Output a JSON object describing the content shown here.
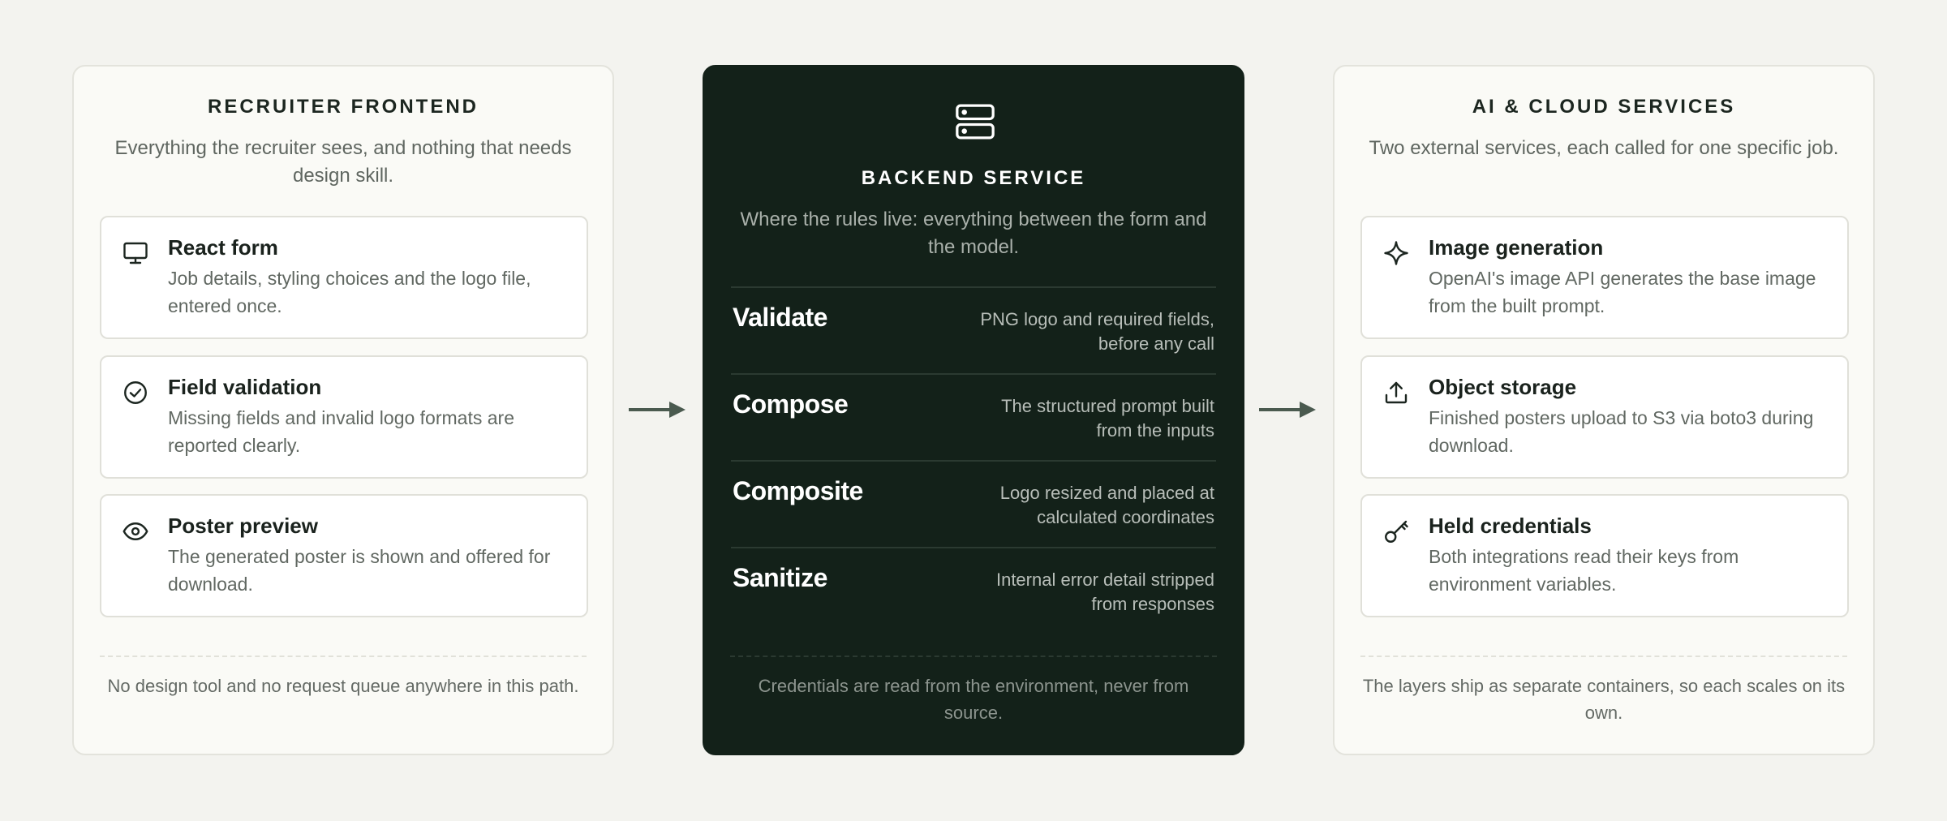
{
  "colors": {
    "background": "#f3f3ef",
    "dark_panel": "#132119",
    "arrow": "#4a5a4f"
  },
  "frontend": {
    "title": "RECRUITER FRONTEND",
    "description": "Everything the recruiter sees, and nothing that needs design skill.",
    "cards": [
      {
        "icon": "monitor-icon",
        "title": "React form",
        "desc": "Job details, styling choices and the logo file, entered once."
      },
      {
        "icon": "check-circle-icon",
        "title": "Field validation",
        "desc": "Missing fields and invalid logo formats are reported clearly."
      },
      {
        "icon": "eye-icon",
        "title": "Poster preview",
        "desc": "The generated poster is shown and offered for download."
      }
    ],
    "footer": "No design tool and no request queue anywhere in this path."
  },
  "backend": {
    "icon": "server-icon",
    "title": "BACKEND SERVICE",
    "description": "Where the rules live: everything between the form and the model.",
    "steps": [
      {
        "name": "Validate",
        "desc": "PNG logo and required fields, before any call"
      },
      {
        "name": "Compose",
        "desc": "The structured prompt built from the inputs"
      },
      {
        "name": "Composite",
        "desc": "Logo resized and placed at calculated coordinates"
      },
      {
        "name": "Sanitize",
        "desc": "Internal error detail stripped from responses"
      }
    ],
    "footer": "Credentials are read from the environment, never from source."
  },
  "services": {
    "title": "AI & CLOUD SERVICES",
    "description": "Two external services, each called for one specific job.",
    "cards": [
      {
        "icon": "sparkle-icon",
        "title": "Image generation",
        "desc": "OpenAI's image API generates the base image from the built prompt."
      },
      {
        "icon": "upload-icon",
        "title": "Object storage",
        "desc": "Finished posters upload to S3 via boto3 during download."
      },
      {
        "icon": "key-icon",
        "title": "Held credentials",
        "desc": "Both integrations read their keys from environment variables."
      }
    ],
    "footer": "The layers ship as separate containers, so each scales on its own."
  }
}
